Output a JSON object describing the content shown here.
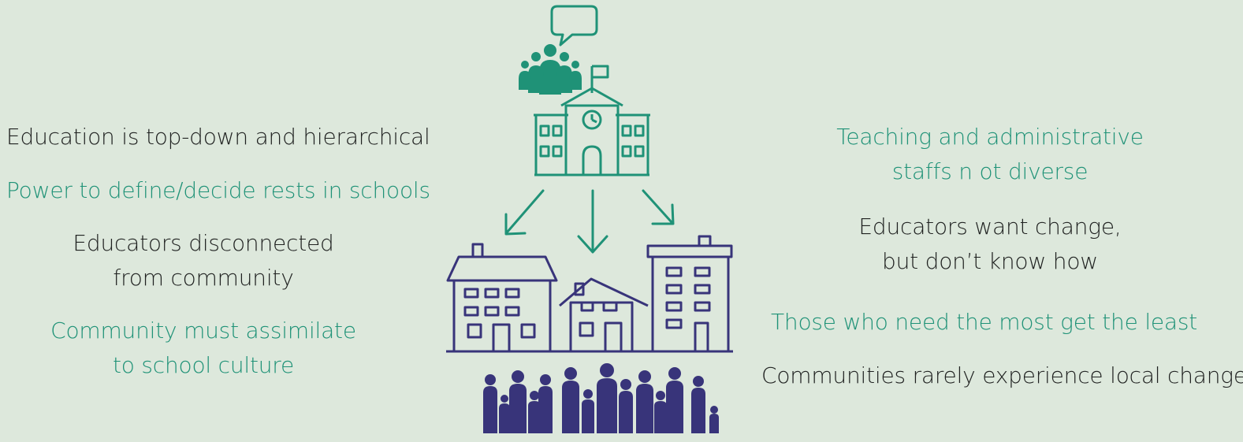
{
  "colors": {
    "background": "#dde8dc",
    "dark_text": "#1f2120",
    "teal": "#1f9277",
    "navy": "#38347a"
  },
  "left": {
    "top_down": "Education is top-down and hierarchical",
    "power": "Power to define/decide rests in schools",
    "disconnected_line1": "Educators disconnected",
    "disconnected_line2": "from community",
    "assimilate_line1": "Community must assimilate",
    "assimilate_line2": "to school culture"
  },
  "right": {
    "staffs_line1": "Teaching and administrative",
    "staffs_line2": "staffs n ot diverse",
    "want_change_line1": "Educators want change,",
    "want_change_line2": "but don’t know how",
    "need_most": "Those who need the most get the least",
    "communities": "Communities rarely experience local change"
  },
  "icons": [
    "speech-bubble-icon",
    "people-group-icon",
    "school-building-icon",
    "arrow-down-left-icon",
    "arrow-down-icon",
    "arrow-down-right-icon",
    "house-large-icon",
    "house-small-icon",
    "apartment-building-icon",
    "community-crowd-icon"
  ]
}
